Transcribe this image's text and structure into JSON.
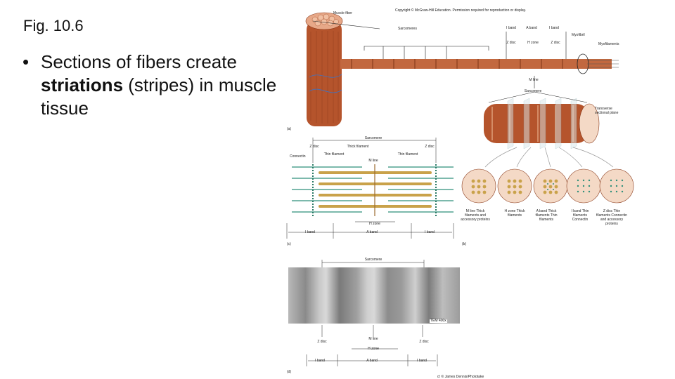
{
  "slide": {
    "fig_label": "Fig. 10.6",
    "bullet_symbol": "•",
    "bullet_pre": "Sections of fibers create ",
    "bullet_bold": "striations",
    "bullet_post": " (stripes) in muscle tissue"
  },
  "figure": {
    "copyright": "Copyright © McGraw-Hill Education. Permission required for reproduction or display.",
    "a": {
      "muscle_fiber": "Muscle fiber",
      "sarcomeres": "Sarcomeres",
      "i_band_1": "I band",
      "a_band": "A band",
      "i_band_2": "I band",
      "myofibril": "Myofibril",
      "z_disc_1": "Z disc",
      "h_zone": "H zone",
      "z_disc_2": "Z disc",
      "myofilaments": "Myofilaments",
      "m_line": "M line",
      "sarcomere": "Sarcomere",
      "transverse_plane": "Transverse sectional plane",
      "panel": "(a)"
    },
    "c": {
      "sarcomere": "Sarcomere",
      "z_disc_left": "Z disc",
      "thick_filament": "Thick filament",
      "z_disc_right": "Z disc",
      "connectin": "Connectin",
      "thin_filament_left": "Thin filament",
      "thin_filament_right": "Thin filament",
      "m_line": "M line",
      "h_zone": "H zone",
      "i_band_left": "I band",
      "a_band": "A band",
      "i_band_right": "I band",
      "panel": "(c)"
    },
    "b": {
      "col1": "M line Thick filaments and accessory proteins",
      "col2": "H zone Thick filaments",
      "col3": "A band Thick filaments Thin filaments",
      "col4": "I band Thin filaments Connectin",
      "col5": "Z disc Thin filaments Connectin and accessory proteins",
      "panel": "(b)"
    },
    "d": {
      "sarcomere": "Sarcomere",
      "tem": "TEM 400x",
      "z_disc_left": "Z disc",
      "m_line": "M line",
      "z_disc_right": "Z disc",
      "h_zone": "H zone",
      "i_band_left": "I band",
      "a_band": "A band",
      "i_band_right": "I band",
      "panel": "(d)",
      "credit": "d: © James Dennis/Phototake"
    }
  },
  "colors": {
    "muscle": "#b5542c",
    "muscle_light": "#d9896a",
    "thick": "#c9a24a",
    "thin": "#2f8f7a",
    "section_fill": "#f4d9c6"
  }
}
